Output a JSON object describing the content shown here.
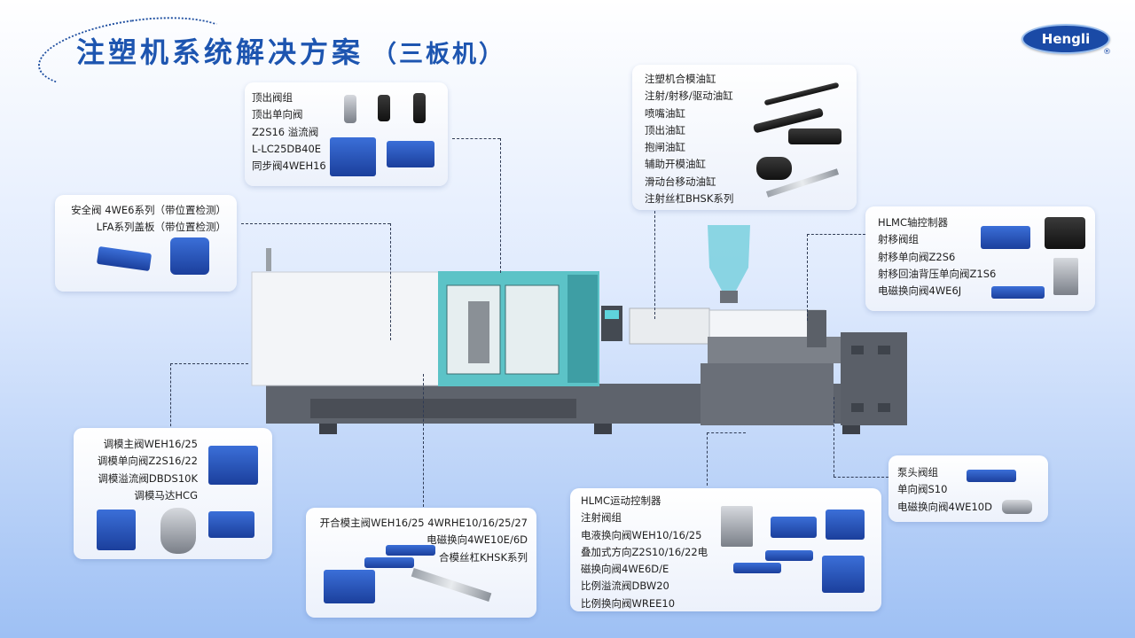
{
  "header": {
    "title": "注塑机系统解决方案",
    "subtitle": "（三板机）",
    "logo_text": "Hengli",
    "logo_mark": "®"
  },
  "colors": {
    "title_blue": "#1d55b0",
    "logo_blue": "#1a4aa6",
    "machine_teal": "#5cc3c7",
    "machine_grey": "#6a6f78"
  },
  "cards": {
    "ejector": {
      "lines": [
        "顶出阀组",
        "顶出单向阀",
        "Z2S16   溢流阀",
        "L-LC25DB40E",
        "同步阀4WEH16"
      ]
    },
    "cylinders": {
      "lines": [
        "注塑机合模油缸",
        "注射/射移/驱动油缸",
        "喷嘴油缸",
        "顶出油缸",
        "抱闸油缸",
        "辅助开模油缸",
        "滑动台移动油缸",
        "注射丝杠BHSK系列"
      ]
    },
    "safety": {
      "lines": [
        "安全阀 4WE6系列（带位置检测）",
        "LFA系列盖板（带位置检测）"
      ]
    },
    "hlmc_axis": {
      "lines": [
        "HLMC轴控制器",
        "射移阀组",
        "射移单向阀Z2S6",
        "射移回油背压单向阀Z1S6",
        "电磁换向阀4WE6J"
      ]
    },
    "mold_adjust": {
      "lines": [
        "调模主阀WEH16/25",
        "调模单向阀Z2S16/22",
        "调模溢流阀DBDS10K",
        "调模马达HCG"
      ]
    },
    "clamp": {
      "lines": [
        "开合模主阀WEH16/25   4WRHE10/16/25/27",
        "电磁换向4WE10E/6D",
        "合模丝杠KHSK系列"
      ]
    },
    "hlmc_motion": {
      "lines": [
        "HLMC运动控制器",
        "注射阀组",
        "电液换向阀WEH10/16/25",
        "叠加式方向Z2S10/16/22电",
        "磁换向阀4WE6D/E",
        "比例溢流阀DBW20",
        "比例换向阀WREE10"
      ]
    },
    "pump_head": {
      "lines": [
        "泵头阀组",
        "单向阀S10",
        "电磁换向阀4WE10D"
      ]
    }
  },
  "icons": {
    "valve": "solenoid-valve-icon",
    "cylinder": "hydraulic-cylinder-icon",
    "motor": "hydraulic-motor-icon",
    "screw": "ball-screw-icon",
    "controller": "controller-module-icon"
  }
}
